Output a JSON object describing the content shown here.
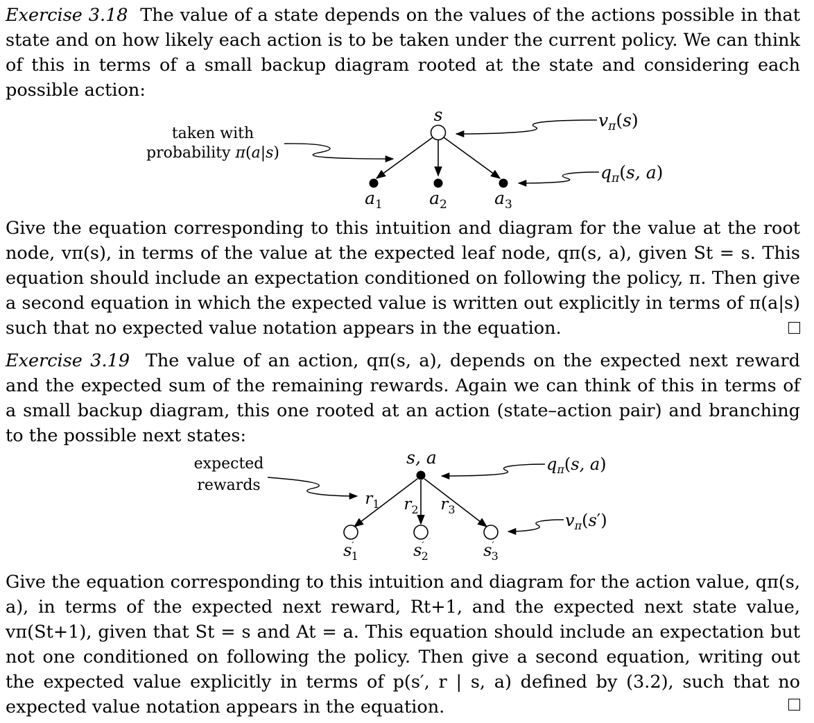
{
  "exercise_3_18": {
    "label": "Exercise 3.18",
    "intro": "The value of a state depends on the values of the actions possible in that state and on how likely each action is to be taken under the current policy. We can think of this in terms of a small backup diagram rooted at the state and considering each possible action:",
    "diagram": {
      "root_label": "s",
      "policy_label_line1": "taken with",
      "policy_label_line2": "probability π(a|s)",
      "root_value_label": "vπ(s)",
      "leaf_value_label": "qπ(s, a)",
      "leaves": [
        "a1",
        "a2",
        "a3"
      ]
    },
    "question": "Give the equation corresponding to this intuition and diagram for the value at the root node, vπ(s), in terms of the value at the expected leaf node, qπ(s, a), given St = s. This equation should include an expectation conditioned on following the policy, π. Then give a second equation in which the expected value is written out explicitly in terms of π(a|s) such that no expected value notation appears in the equation."
  },
  "exercise_3_19": {
    "label": "Exercise 3.19",
    "intro": "The value of an action, qπ(s, a), depends on the expected next reward and the expected sum of the remaining rewards. Again we can think of this in terms of a small backup diagram, this one rooted at an action (state–action pair) and branching to the possible next states:",
    "diagram": {
      "root_label": "s, a",
      "rewards_label_line1": "expected",
      "rewards_label_line2": "rewards",
      "root_value_label": "qπ(s, a)",
      "leaf_value_label": "vπ(s′)",
      "edge_labels": [
        "r1",
        "r2",
        "r3"
      ],
      "leaves": [
        "s′1",
        "s′2",
        "s′3"
      ]
    },
    "question": "Give the equation corresponding to this intuition and diagram for the action value, qπ(s, a), in terms of the expected next reward, Rt+1, and the expected next state value, vπ(St+1), given that St = s and At = a. This equation should include an expectation but not one conditioned on following the policy. Then give a second equation, writing out the expected value explicitly in terms of p(s′, r | s, a) defined by (3.2), such that no expected value notation appears in the equation."
  }
}
